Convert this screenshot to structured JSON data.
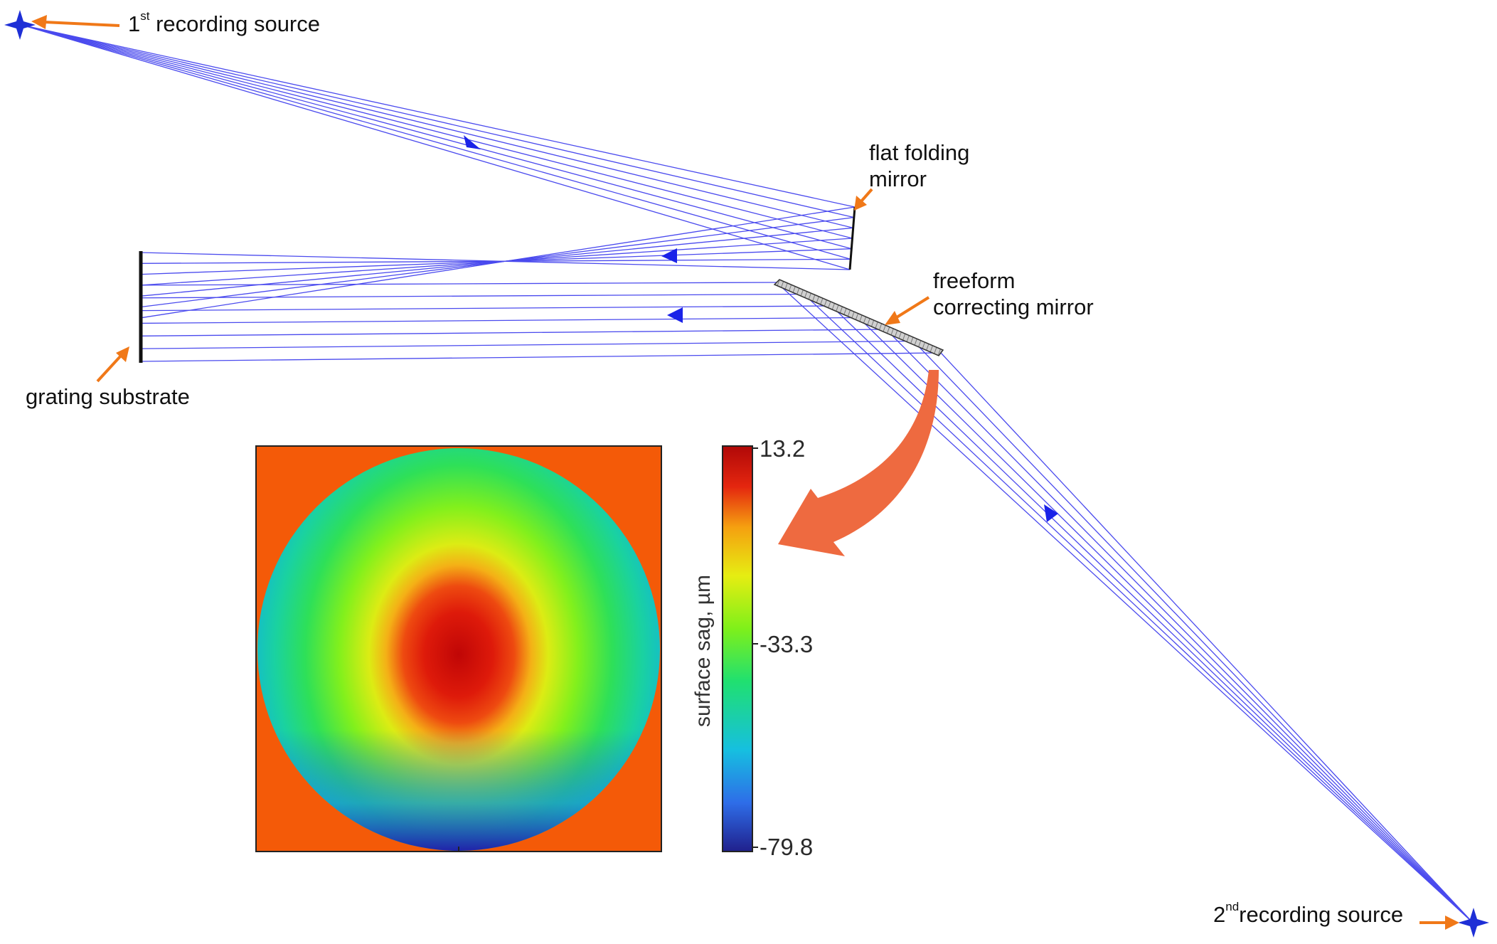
{
  "labels": {
    "source1_num": "1",
    "source1_sup": "st",
    "source1_text": " recording source",
    "source2_num": "2",
    "source2_sup": "nd",
    "source2_text": "recording source",
    "folding_line1": "flat folding",
    "folding_line2": "mirror",
    "freeform_line1": "freeform",
    "freeform_line2": "correcting mirror",
    "grating": "grating substrate"
  },
  "colorbar": {
    "title": "surface sag, µm",
    "ticks": [
      "13.2",
      "-33.3",
      "-79.8"
    ],
    "tick_values": [
      13.2,
      -33.3,
      -79.8
    ],
    "min": -79.8,
    "max": 13.2,
    "colormap": [
      "#20208c",
      "#2e6de8",
      "#16bfe0",
      "#20e070",
      "#7ff01a",
      "#e6ed12",
      "#f5a010",
      "#e4260f",
      "#b00808"
    ]
  },
  "colors": {
    "ray": "#4a4aee",
    "arrowhead": "#1a22e8",
    "pointer": "#f07818",
    "big_arrow": "#ee6a40",
    "source_star": "#1e2fd6",
    "frame_background": "#f45a08",
    "mirror": "#111111"
  },
  "icons": {
    "source1": "star-icon",
    "source2": "star-icon"
  }
}
